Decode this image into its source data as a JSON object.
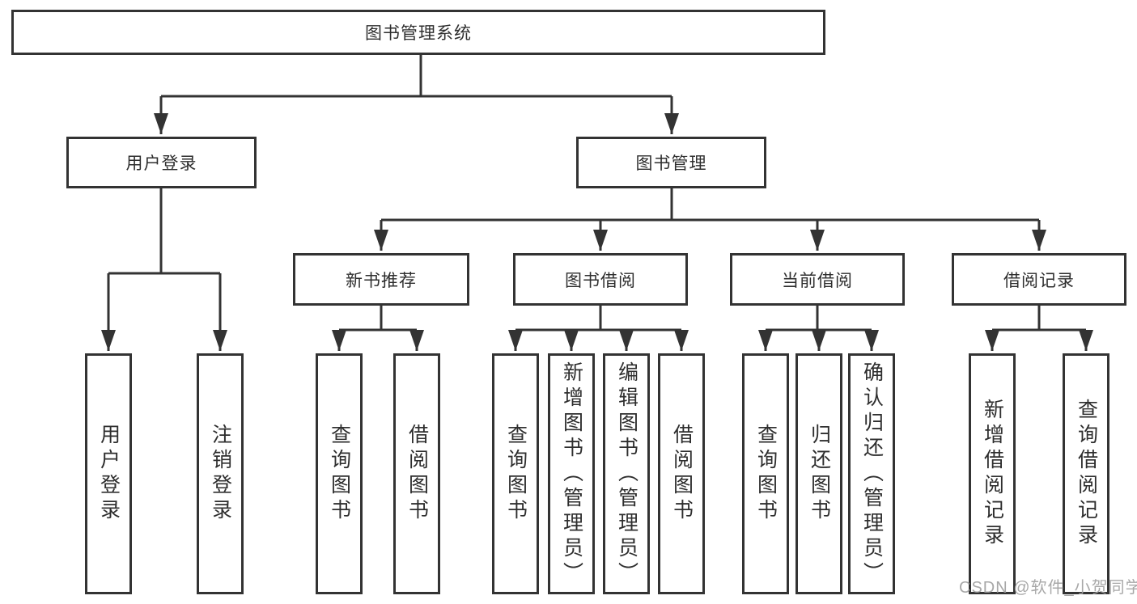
{
  "diagram": {
    "title": "图书管理系统",
    "root": {
      "label": "图书管理系统"
    },
    "level1": [
      {
        "label": "用户登录"
      },
      {
        "label": "图书管理"
      }
    ],
    "level2": [
      {
        "label": "新书推荐"
      },
      {
        "label": "图书借阅"
      },
      {
        "label": "当前借阅"
      },
      {
        "label": "借阅记录"
      }
    ],
    "leaves": [
      {
        "label": "用户登录",
        "parent": "用户登录"
      },
      {
        "label": "注销登录",
        "parent": "用户登录"
      },
      {
        "label": "查询图书",
        "parent": "新书推荐"
      },
      {
        "label": "借阅图书",
        "parent": "新书推荐"
      },
      {
        "label": "查询图书",
        "parent": "图书借阅"
      },
      {
        "label": "新增图书（管理员）",
        "parent": "图书借阅"
      },
      {
        "label": "编辑图书（管理员）",
        "parent": "图书借阅"
      },
      {
        "label": "借阅图书",
        "parent": "图书借阅"
      },
      {
        "label": "查询图书",
        "parent": "当前借阅"
      },
      {
        "label": "归还图书",
        "parent": "当前借阅"
      },
      {
        "label": "确认归还（管理员）",
        "parent": "当前借阅"
      },
      {
        "label": "新增借阅记录",
        "parent": "借阅记录"
      },
      {
        "label": "查询借阅记录",
        "parent": "借阅记录"
      }
    ]
  },
  "colors": {
    "line": "#333333",
    "text": "#2e2e2e",
    "background": "#ffffff",
    "watermark": "#9e9e9e"
  },
  "watermark": {
    "text": "CSDN @软件_小贺同学"
  }
}
